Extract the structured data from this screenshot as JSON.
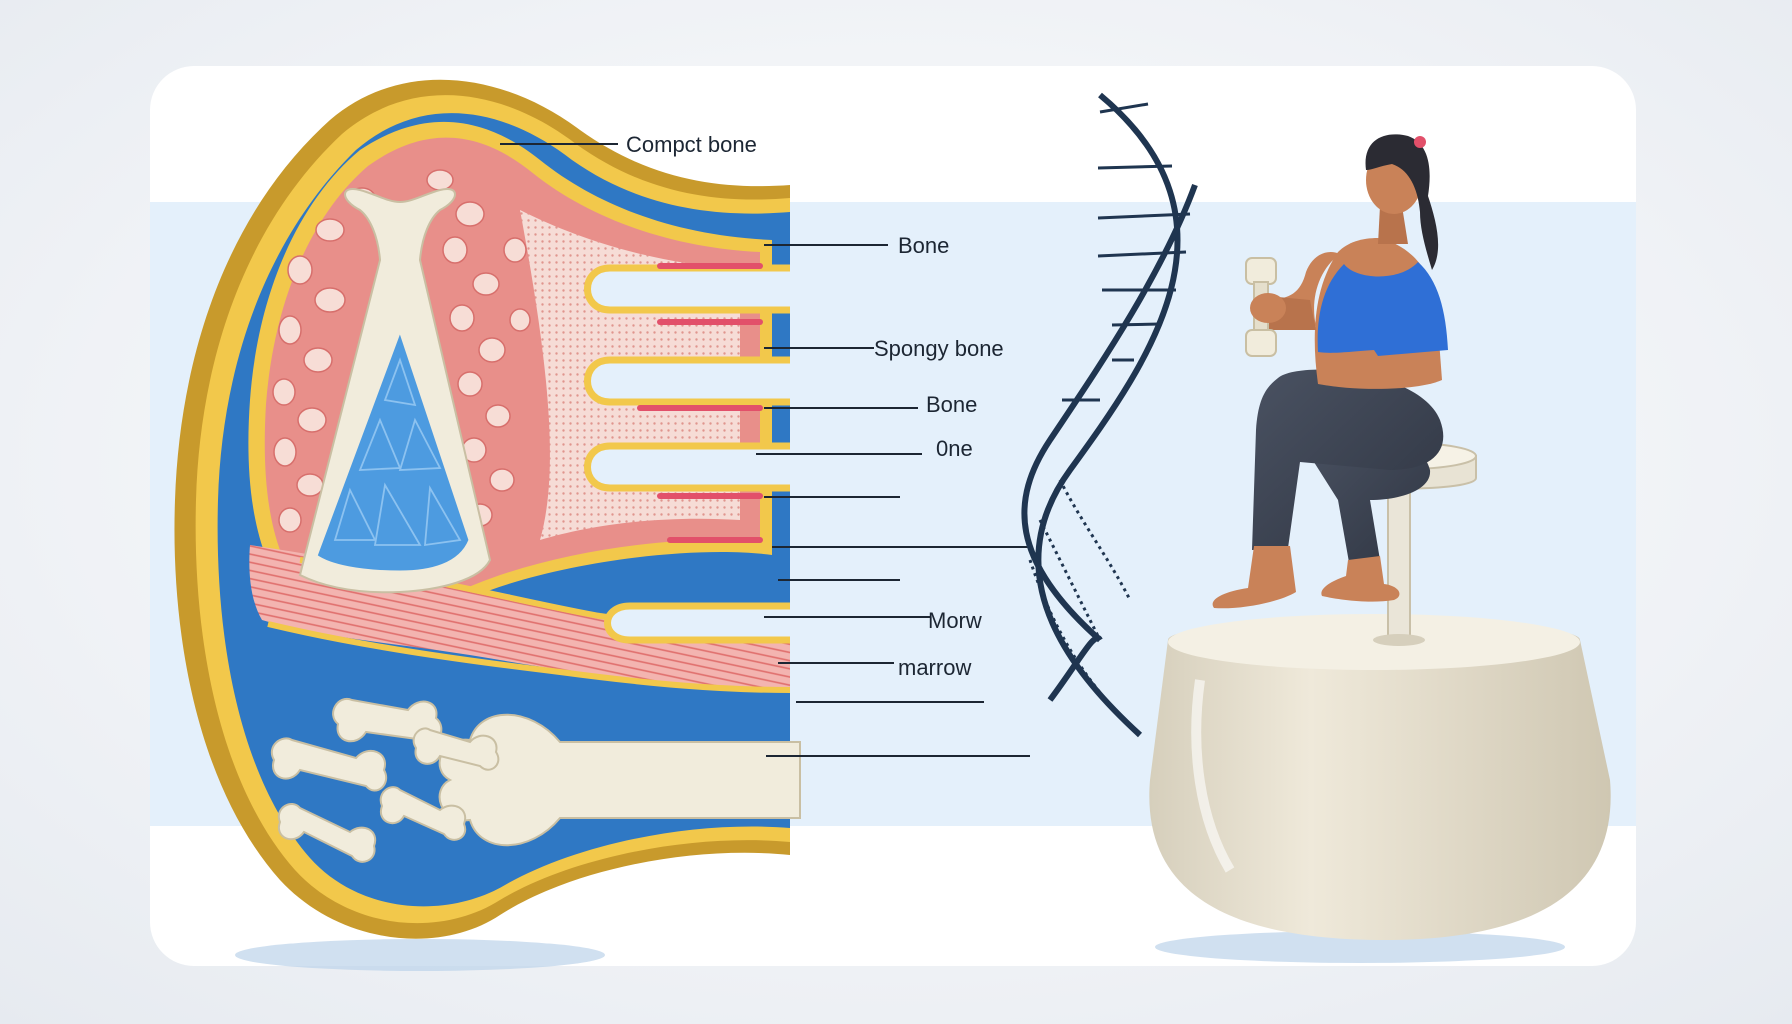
{
  "labels": [
    {
      "text": "Compct bone"
    },
    {
      "text": "Bone"
    },
    {
      "text": "Spongy bone"
    },
    {
      "text": "Bone"
    },
    {
      "text": "0ne"
    },
    {
      "text": "Morw"
    },
    {
      "text": "marrow"
    }
  ],
  "colors": {
    "background": "#eef1f5",
    "panel": "#ffffff",
    "band": "#e4f0fb",
    "outer_rim": "#c89a2c",
    "periosteum": "#f2c84b",
    "compact_blue": "#2f78c4",
    "spongy_pink": "#e68a86",
    "marrow_blue": "#4d9be0",
    "bone_cream": "#f1ecdc",
    "dna_navy": "#1f3550",
    "top_blue": "#2f6fd6",
    "leggings": "#3b4250",
    "skin": "#c98258",
    "pedestal": "#e6e0d0"
  },
  "icons": [
    "dna-helix-icon",
    "dumbbell-icon"
  ]
}
